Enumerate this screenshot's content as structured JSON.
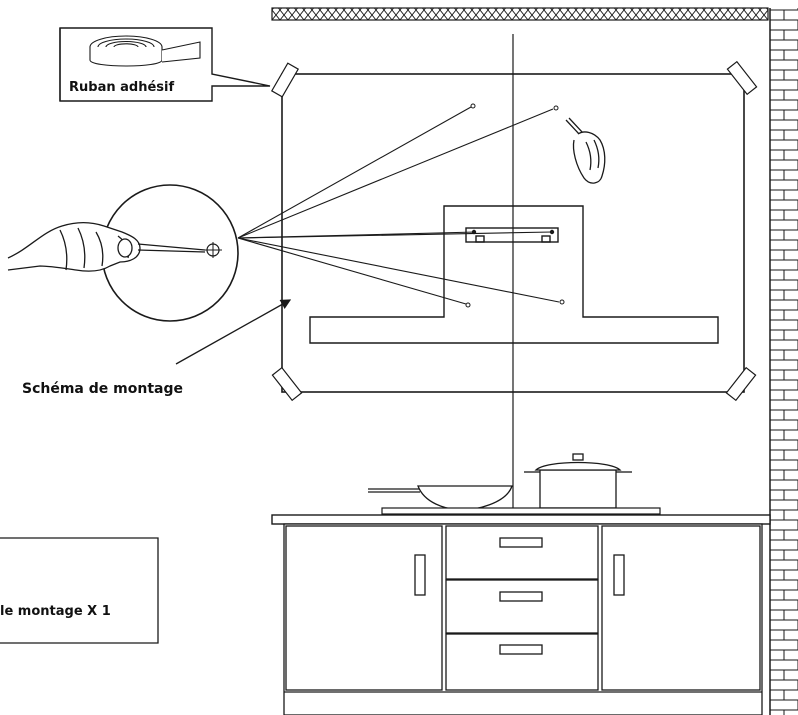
{
  "labels": {
    "tape": "Ruban adhésif",
    "template": "Schéma de montage",
    "kit_item": "le montage X 1"
  },
  "colors": {
    "line": "#1a1a1a",
    "background": "#ffffff"
  },
  "icons": {
    "tape_roll": "tape-roll-icon",
    "hand_drill": "hand-drill-icon",
    "hand_pen": "hand-pen-icon",
    "range_hood": "range-hood-icon",
    "cooktop": "cooktop-icon",
    "cabinet": "kitchen-cabinet-icon",
    "wall": "brick-wall-icon"
  }
}
